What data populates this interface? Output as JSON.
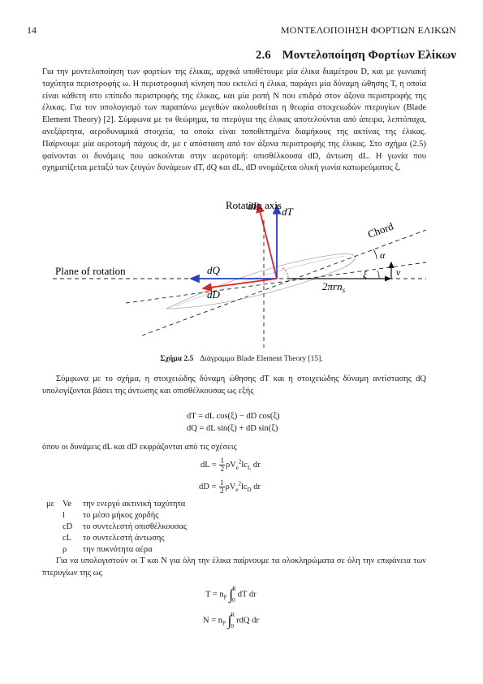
{
  "header": {
    "page_number": "14",
    "running_title": "ΜΟΝΤΕΛΟΠΟΙΗΣΗ ΦΟΡΤΙΩΝ ΕΛΙΚΩΝ"
  },
  "section": {
    "number": "2.6",
    "title": "Μοντελοποίηση Φορτίων Ελίκων"
  },
  "paragraph1": "Για την μοντελοποίηση των φορτίων της έλικας, αρχικά υποθέτουμε μία έλικα διαμέτρου D, και με γωνιακή ταχύτητα περιστροφής ω. Η περιστροφική κίνηση που εκτελεί η έλικα, παράγει μία δύναμη ώθησης T, η οποία είναι κάθετη στο επίπεδο περιστροφής της έλικας, και μία ροπή N που επιδρά στον άξονα περιστροφής της έλικας. Για τον υπολογισμό των παραπάνω μεγεθών ακολουθείται η θεωρία στοιχειωδών πτερυγίων (Blade Element Theory) [2]. Σύμφωνα με το θεώρημα, τα πτερύγια της έλικας αποτελούνται από άπειρα, λεπτόπαχα, ανεξάρτητα, αεροδυναμικά στοιχεία, τα οποία είναι τοποθετημένα διαμήκους της ακτίνας της έλικας. Παίρνουμε μία αεροτομή πάχους dr, με r απόσταση από τον άξονα περιστροφής της έλικας. Στο σχήμα (2.5) φαίνονται οι δυνάμεις που ασκούνται στην αεροτομή: οπισθέλκουσα dD, άντωση dL. Η γωνία που σχηματίζεται μεταξύ των ζευγών δυνάμεων dT, dQ και dL, dD ονομάζεται ολική γωνία κατωρεύματος ξ.",
  "figure": {
    "rotation_axis_label": "Rotation axis",
    "plane_label": "Plane of rotation",
    "chord_label": "Chord",
    "dL": "dL",
    "dT": "dT",
    "dQ": "dQ",
    "dD": "dD",
    "alpha": "α",
    "xi": "ξ",
    "v": "v",
    "speed_label": "2πrn",
    "speed_sub": "s"
  },
  "caption": {
    "label": "Σχήμα 2.5",
    "text": "Διάγραμμα Blade Element Theory [15]."
  },
  "paragraph2": "Σύμφωνα με το σχήμα, η στοιχειώδης δύναμη ώθησης dT και η στοιχειώδης δύναμη αντίστασης dQ υπολογίζονται βάσει της άντωσης και οπισθέλκουσας ως εξής",
  "equations_forces": [
    "dT = dL cos(ξ) − dD cos(ξ)",
    "dQ = dL sin(ξ) + dD sin(ξ)"
  ],
  "paragraph3": "όπου οι δυνάμεις dL και dD εκφράζονται από τις σχέσεις",
  "eq_dL": {
    "lhs": "dL =",
    "num": "1",
    "den": "2",
    "rhs_a": "ρV",
    "rhs_sub": "e",
    "rhs_sup": "2",
    "rhs_b": "lc",
    "rhs_coef": "L",
    "rhs_c": "dr"
  },
  "eq_dD": {
    "lhs": "dD =",
    "num": "1",
    "den": "2",
    "rhs_a": "ρV",
    "rhs_sub": "e",
    "rhs_sup": "2",
    "rhs_b": "lc",
    "rhs_coef": "D",
    "rhs_c": "dr"
  },
  "definitions_lead": "με",
  "definitions": [
    {
      "symbol": "Ve",
      "meaning": "την ενεργό ακτινική ταχύτητα"
    },
    {
      "symbol": "l",
      "meaning": "το μέσο μήκος χορδής"
    },
    {
      "symbol": "cD",
      "meaning": "το συντελεστή οπισθέλκουσας"
    },
    {
      "symbol": "cL",
      "meaning": "το συντελεστή άντωσης"
    },
    {
      "symbol": "ρ",
      "meaning": "την πυκνότητα αέρα"
    }
  ],
  "paragraph4": "Για να υπολογιστούν οι T και N για όλη την έλικα παίρνουμε τα ολοκληρώματα σε όλη την επιφάνεια των πτερυγίων της ως",
  "eq_T": {
    "lhs": "T = n",
    "sub": "P",
    "upper": "R",
    "lower": "0",
    "integrand": "dT dr"
  },
  "eq_N": {
    "lhs": "N = n",
    "sub": "P",
    "upper": "R",
    "lower": "0",
    "integrand": "rdQ dr"
  }
}
